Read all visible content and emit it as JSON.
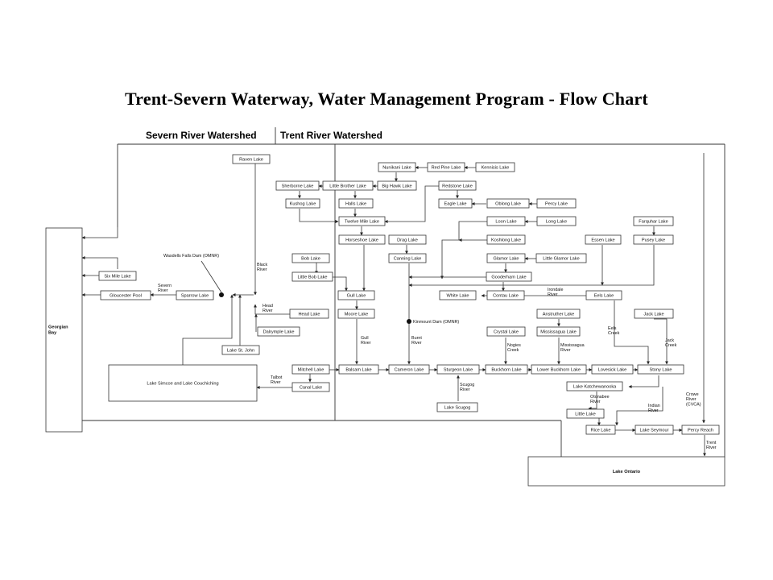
{
  "title": "Trent-Severn Waterway, Water Management Program - Flow Chart",
  "headers": {
    "severn": "Severn River Watershed",
    "trent": "Trent River Watershed"
  },
  "nodes": {
    "georgian": "Georgian Bay",
    "ontario": "Lake Ontario",
    "simcoe": "Lake Simcoe and Lake Couchiching",
    "raven": "Raven Lake",
    "six_mile": "Six Mile Lake",
    "gloucester": "Gloucester Pool",
    "sparrow": "Sparrow Lake",
    "head_lake": "Head Lake",
    "dalrymple": "Dalrymple Lake",
    "st_john": "Lake St. John",
    "mitchell": "Mitchell Lake",
    "canal": "Canal Lake",
    "nunikani": "Nunikani Lake",
    "red_pine": "Red Pine Lake",
    "kennisis": "Kennisis Lake",
    "sherborne": "Sherborne Lake",
    "little_brother": "Little Brother Lake",
    "big_hawk": "Big Hawk Lake",
    "redstone": "Redstone Lake",
    "kushog": "Kushog Lake",
    "halls": "Halls Lake",
    "eagle": "Eagle Lake",
    "oblong": "Oblong Lake",
    "percy_lake": "Percy Lake",
    "twelve_mile": "Twelve Mile Lake",
    "loon": "Loon Lake",
    "long": "Long Lake",
    "horseshoe": "Horseshoe Lake",
    "drag": "Drag Lake",
    "koshlong": "Koshlong Lake",
    "bob": "Bob Lake",
    "canning": "Canning Lake",
    "glamor": "Glamor Lake",
    "little_glamor": "Little Glamor Lake",
    "little_bob": "Little Bob Lake",
    "gooderham": "Gooderham Lake",
    "gull": "Gull Lake",
    "white": "White Lake",
    "contau": "Contau Lake",
    "moore": "Moore Lake",
    "essen": "Essen Lake",
    "pusey": "Pusey Lake",
    "farquhar": "Farquhar Lake",
    "eels": "Eels Lake",
    "jack": "Jack Lake",
    "anstruther": "Anstruther Lake",
    "crystal": "Crystal Lake",
    "mississagua": "Mississagua Lake",
    "balsam": "Balsam Lake",
    "cameron": "Cameron Lake",
    "sturgeon": "Sturgeon Lake",
    "buckhorn": "Buckhorn Lake",
    "lower_buckhorn": "Lower Buckhorn Lake",
    "lovesick": "Lovesick Lake",
    "stony": "Stony Lake",
    "scugog": "Lake Scugog",
    "katchewanooka": "Lake Katchewanooka",
    "little_lake": "Little Lake",
    "rice": "Rice Lake",
    "seymour": "Lake Seymour",
    "percy_reach": "Percy Reach"
  },
  "labels": {
    "wasdells": "Wasdells Falls Dam (OMNR)",
    "black_river": [
      "Black",
      "River"
    ],
    "severn_river": [
      "Severn",
      "River"
    ],
    "head_river": [
      "Head",
      "River"
    ],
    "talbot_river": [
      "Talbot",
      "River"
    ],
    "kinmount": "Kinmount Dam (OMNR)",
    "gull_river": [
      "Gull",
      "River"
    ],
    "burnt_river": [
      "Burnt",
      "River"
    ],
    "scugog_river": [
      "Scugog",
      "River"
    ],
    "irondale_river": [
      "Irondale",
      "River"
    ],
    "eels_creek": [
      "Eels",
      "Creek"
    ],
    "jack_creek": [
      "Jack",
      "Creek"
    ],
    "nogies_creek": [
      "Nogies",
      "Creek"
    ],
    "mississagua_river": [
      "Mississagua",
      "River"
    ],
    "otonabee_river": [
      "Otonabee",
      "River"
    ],
    "indian_river": [
      "Indian",
      "River"
    ],
    "crowe_river": [
      "Crowe",
      "River",
      "(CVCA)"
    ],
    "trent_river": [
      "Trent",
      "River"
    ]
  }
}
